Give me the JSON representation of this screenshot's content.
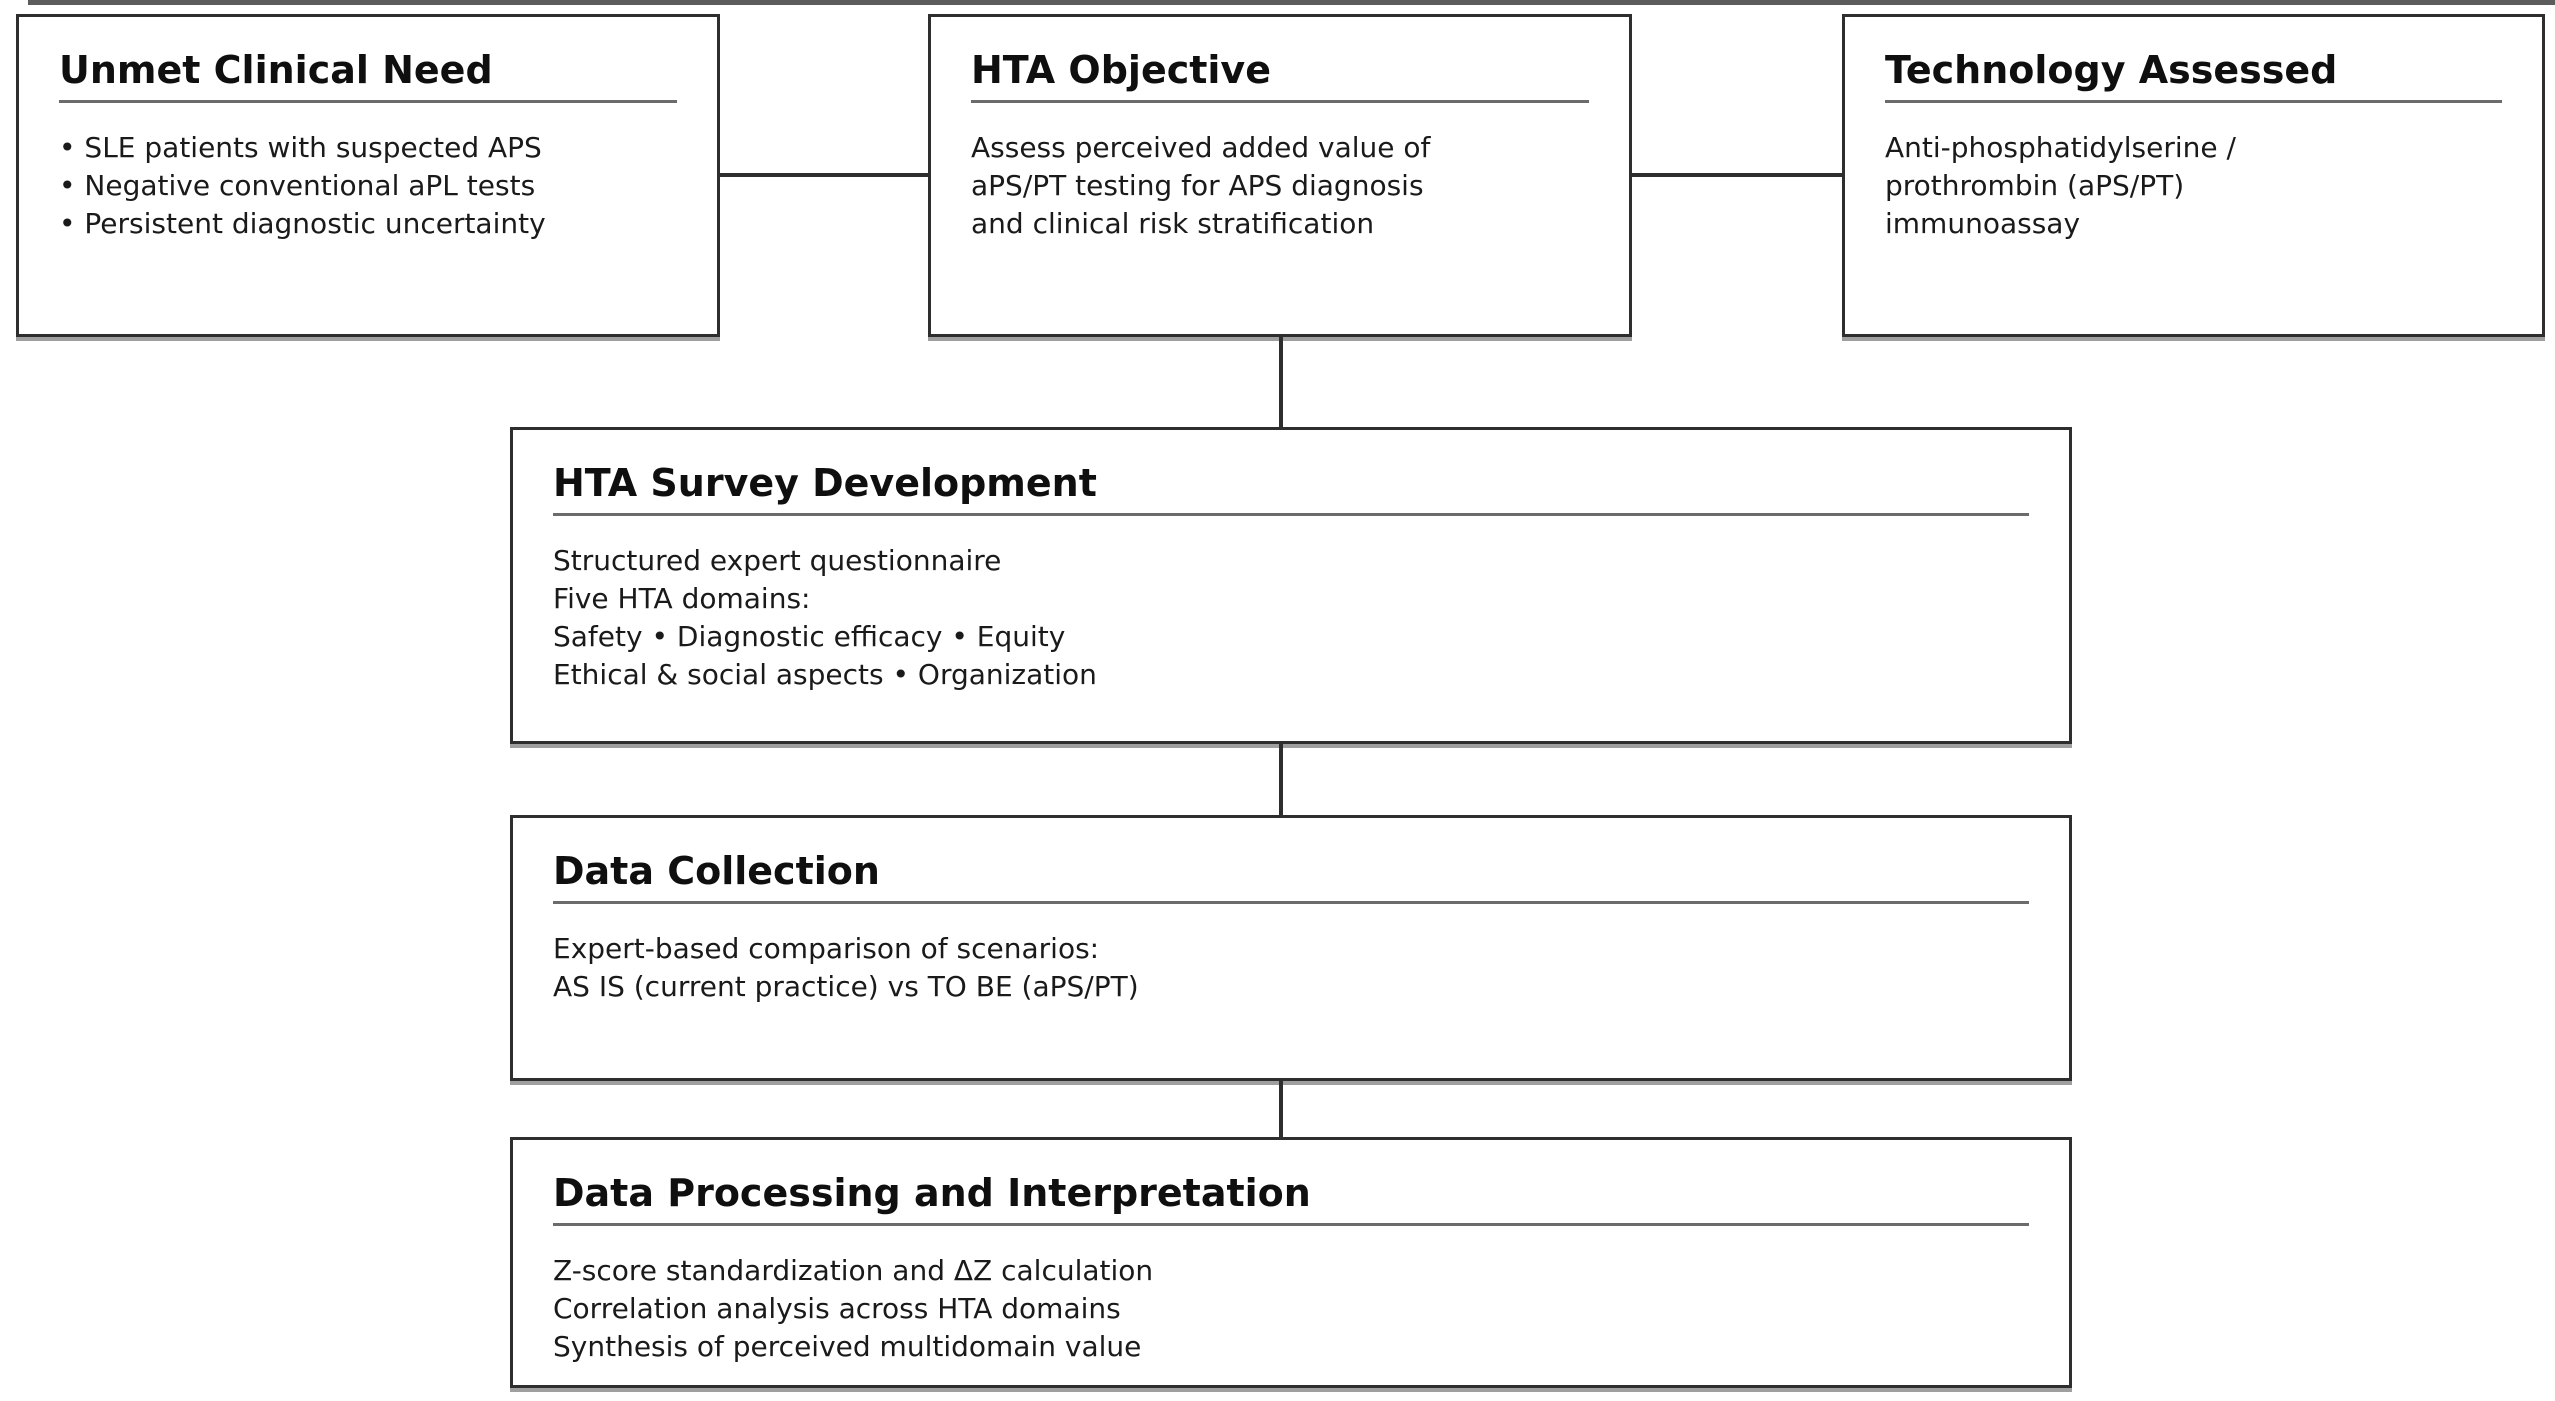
{
  "figure": {
    "type": "flowchart",
    "background": "#ffffff",
    "border_color": "#2e2e2e",
    "underline_color": "#6b6b6b",
    "text_color": "#1a1a1a",
    "top_edge_color": "#5c5c5c",
    "bullet_glyph": "•"
  },
  "boxes": {
    "unmet": {
      "title": "Unmet Clinical Need",
      "lines": [
        "• SLE patients with suspected APS",
        "• Negative conventional aPL tests",
        "• Persistent diagnostic uncertainty"
      ]
    },
    "objective": {
      "title": "HTA Objective",
      "lines": [
        "Assess perceived added value of",
        "aPS/PT testing for APS diagnosis",
        "and clinical risk stratification"
      ]
    },
    "technology": {
      "title": "Technology Assessed",
      "lines": [
        "Anti-phosphatidylserine /",
        "prothrombin (aPS/PT)",
        "immunoassay"
      ]
    },
    "survey": {
      "title": "HTA Survey Development",
      "lines": [
        "Structured expert questionnaire",
        "Five HTA domains:",
        "Safety • Diagnostic efficacy • Equity",
        "Ethical & social aspects • Organization"
      ]
    },
    "collection": {
      "title": "Data Collection",
      "lines": [
        "Expert-based comparison of scenarios:",
        "AS IS (current practice) vs TO BE (aPS/PT)"
      ]
    },
    "processing": {
      "title": "Data Processing and Interpretation",
      "lines": [
        "Z-score standardization and ΔZ calculation",
        "Correlation analysis across HTA domains",
        "Synthesis of perceived multidomain value"
      ]
    }
  }
}
